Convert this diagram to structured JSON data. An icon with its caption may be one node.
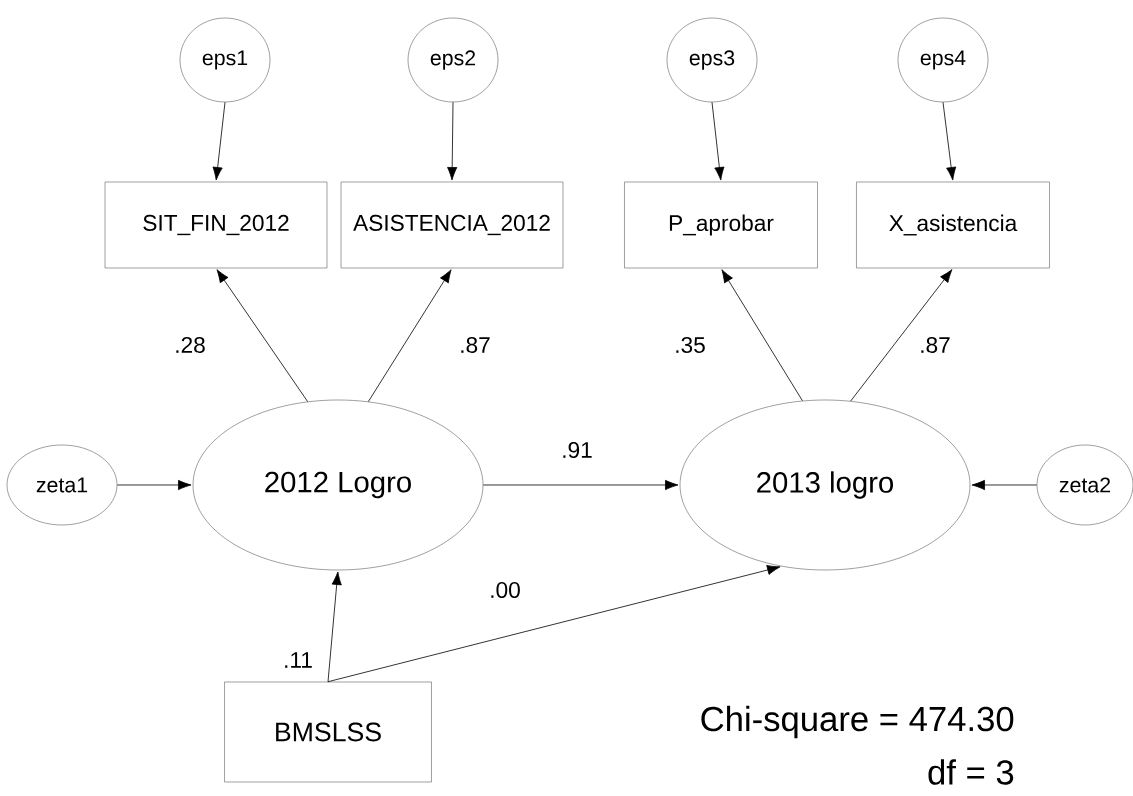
{
  "diagram": {
    "nodes": [
      {
        "text": [
          "eps1"
        ]
      },
      {
        "text": [
          "eps2"
        ]
      },
      {
        "text": [
          "eps3"
        ]
      },
      {
        "text": [
          "eps4"
        ]
      },
      {
        "text": [
          "SIT_FIN_2012"
        ]
      },
      {
        "text": [
          "ASISTENCIA_2012"
        ]
      },
      {
        "text": [
          "P_aprobar"
        ]
      },
      {
        "text": [
          "X_asistencia"
        ]
      },
      {
        "text": [
          "zeta1"
        ]
      },
      {
        "text": [
          "2012 Logro"
        ]
      },
      {
        "text": [
          "2013 logro"
        ]
      },
      {
        "text": [
          "zeta2"
        ]
      },
      {
        "text": [
          "BMSLSS"
        ]
      }
    ],
    "edges": [
      {
        "from": 0,
        "to": 4,
        "arrow": "to"
      },
      {
        "from": 1,
        "to": 5,
        "arrow": "to"
      },
      {
        "from": 2,
        "to": 6,
        "arrow": "to"
      },
      {
        "from": 3,
        "to": 7,
        "arrow": "to"
      },
      {
        "from": 9,
        "to": 4,
        "arrow": "to",
        "label": ".28"
      },
      {
        "from": 9,
        "to": 5,
        "arrow": "to",
        "label": ".87"
      },
      {
        "from": 10,
        "to": 6,
        "arrow": "to",
        "label": ".35"
      },
      {
        "from": 10,
        "to": 7,
        "arrow": "to",
        "label": ".87"
      },
      {
        "from": 8,
        "to": 9,
        "arrow": "to"
      },
      {
        "from": 11,
        "to": 10,
        "arrow": "to"
      },
      {
        "from": 9,
        "to": 10,
        "arrow": "to",
        "label": ".91"
      },
      {
        "from": 12,
        "to": 9,
        "arrow": "to",
        "label": ".11"
      },
      {
        "from": 12,
        "to": 10,
        "arrow": "to",
        "label": ".00"
      }
    ],
    "labels": [
      "Chi-square = 474.30",
      "df = 3"
    ]
  }
}
